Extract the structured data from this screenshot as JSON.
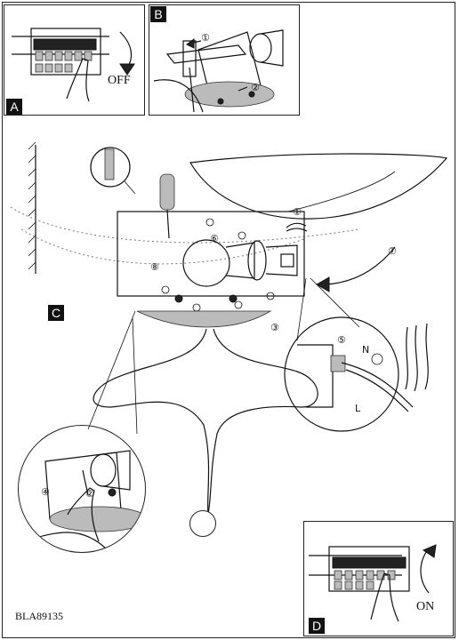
{
  "panels": {
    "a": {
      "tag": "A",
      "off_label": "OFF"
    },
    "b": {
      "tag": "B"
    },
    "c": {
      "tag": "C"
    },
    "d": {
      "tag": "D",
      "on_label": "ON"
    }
  },
  "steps": {
    "s1": "①",
    "s2": "②",
    "s3": "③",
    "s4": "④",
    "s5": "⑤",
    "s6": "⑥",
    "s7": "⑦",
    "s8": "⑧"
  },
  "wire_labels": {
    "neutral": "N",
    "live": "L"
  },
  "footer": {
    "model_code": "BLA89135"
  }
}
